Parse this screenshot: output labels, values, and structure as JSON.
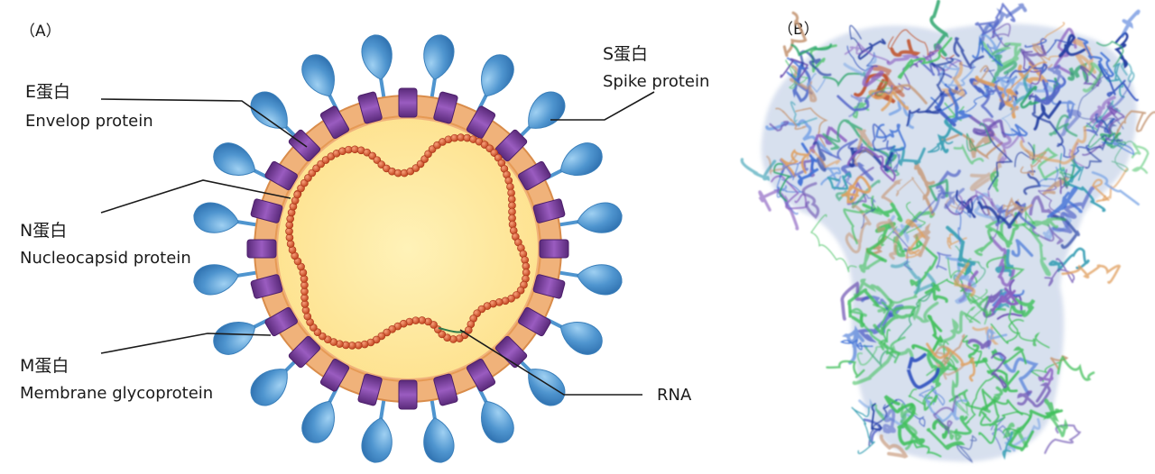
{
  "panel_a": {
    "tag": "（A）",
    "labels": {
      "e_cn": "E蛋白",
      "e_en": "Envelop protein",
      "n_cn": "N蛋白",
      "n_en": "Nucleocapsid protein",
      "m_cn": "M蛋白",
      "m_en": "Membrane glycoprotein",
      "s_cn": "S蛋白",
      "s_en": "Spike protein",
      "rna": "RNA"
    }
  },
  "panel_b": {
    "tag": "（B）"
  },
  "colors": {
    "spike": "#4f95cf",
    "membrane_protein": "#7b3f9e",
    "envelope": "#f0b27a",
    "core": "#fde79b",
    "rna": "#cf4a1a",
    "leader_line": "#1a1a1a"
  },
  "icons": {
    "virus": "coronavirus-schematic",
    "protein": "spike-protein-ribbon-structure"
  }
}
